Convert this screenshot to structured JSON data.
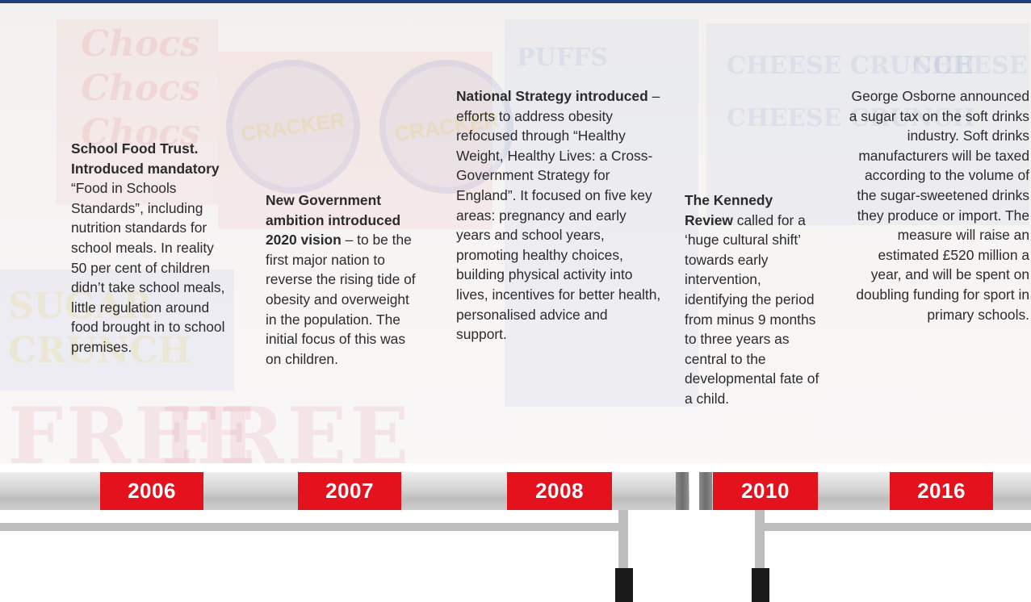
{
  "events": [
    {
      "year": "2006",
      "highlight": "School Food Trust. Introduced mandatory",
      "body": "“Food in Schools Standards”, including nutrition standards for school meals. In reality 50 per cent of children didn’t take school meals, little regulation around food brought in to school premises."
    },
    {
      "year": "2007",
      "highlight": "New Government ambition introduced 2020 vision",
      "body": "– to be the first major nation to reverse the rising tide of obesity and overweight in the population. The initial focus of this was on children."
    },
    {
      "year": "2008",
      "highlight": "National Strategy introduced",
      "body": "– efforts to address obesity refocused through “Healthy Weight, Healthy Lives: a Cross-Government Strategy for England”. It focused on five key areas: pregnancy and early years and school years, promoting healthy choices, building physical activity into lives, incentives for better health, personalised advice and support."
    },
    {
      "year": "2010",
      "highlight": "The Kennedy Review",
      "body": "called for a ‘huge cultural shift’ towards early intervention, identifying the period from minus 9 months to three years as central to the developmental fate of a child."
    },
    {
      "year": "2016",
      "highlight": "",
      "body": "George Osborne announced a sugar tax on the soft drinks industry. Soft drinks manufacturers will be taxed according to the volume of the sugar-sweetened drinks they produce or import.  The measure will raise an estimated £520 million a year, and will be spent on doubling funding for sport in primary schools."
    }
  ],
  "background_words": {
    "chocs": "Chocs",
    "cracker": "CRACKER",
    "puffs": "PUFFS",
    "cheese": "CHEESE CRUNCH",
    "sugar": "SUGAR",
    "crunch": "CRUNCH",
    "free": "FREE"
  },
  "colors": {
    "accent_red": "#e3121d",
    "top_rule": "#1f3e7c",
    "bar_grey": "#bdbdbd"
  }
}
